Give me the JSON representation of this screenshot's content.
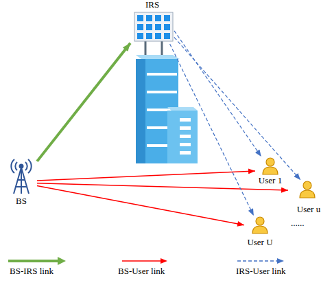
{
  "diagram": {
    "nodes": [
      {
        "text": [
          "IRS"
        ]
      },
      {
        "text": [
          "BS"
        ]
      },
      {
        "text": [
          "User 1"
        ]
      },
      {
        "text": [
          "User u"
        ]
      },
      {
        "text": [
          "User U"
        ]
      }
    ],
    "edges": [
      {
        "from": 1,
        "to": 0,
        "arrow": "to"
      },
      {
        "from": 1,
        "to": 2,
        "arrow": "to"
      },
      {
        "from": 1,
        "to": 3,
        "arrow": "to"
      },
      {
        "from": 1,
        "to": 4,
        "arrow": "to"
      },
      {
        "from": 0,
        "to": 2,
        "arrow": "to"
      },
      {
        "from": 0,
        "to": 3,
        "arrow": "to"
      },
      {
        "from": 0,
        "to": 4,
        "arrow": "to"
      }
    ],
    "labels": [
      "......"
    ],
    "legend": [
      {
        "text": "BS-IRS link"
      },
      {
        "text": "BS-User link"
      },
      {
        "text": "IRS-User link"
      }
    ]
  }
}
